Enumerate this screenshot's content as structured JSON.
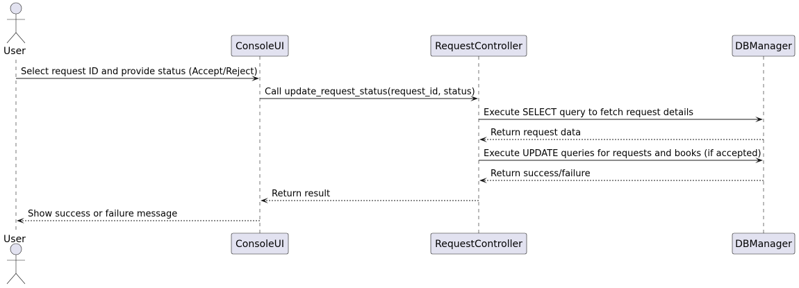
{
  "participants": [
    {
      "id": "user",
      "label": "User",
      "kind": "actor"
    },
    {
      "id": "consoleui",
      "label": "ConsoleUI",
      "kind": "participant"
    },
    {
      "id": "requestcontroller",
      "label": "RequestController",
      "kind": "participant"
    },
    {
      "id": "dbmanager",
      "label": "DBManager",
      "kind": "participant"
    }
  ],
  "messages": [
    {
      "from": "user",
      "to": "consoleui",
      "style": "solid",
      "label": "Select request ID and provide status (Accept/Reject)"
    },
    {
      "from": "consoleui",
      "to": "requestcontroller",
      "style": "solid",
      "label": "Call update_request_status(request_id, status)"
    },
    {
      "from": "requestcontroller",
      "to": "dbmanager",
      "style": "solid",
      "label": "Execute SELECT query to fetch request details"
    },
    {
      "from": "dbmanager",
      "to": "requestcontroller",
      "style": "dashed",
      "label": "Return request data"
    },
    {
      "from": "requestcontroller",
      "to": "dbmanager",
      "style": "solid",
      "label": "Execute UPDATE queries for requests and books (if accepted)"
    },
    {
      "from": "dbmanager",
      "to": "requestcontroller",
      "style": "dashed",
      "label": "Return success/failure"
    },
    {
      "from": "requestcontroller",
      "to": "consoleui",
      "style": "dashed",
      "label": "Return result"
    },
    {
      "from": "consoleui",
      "to": "user",
      "style": "dashed",
      "label": "Show success or failure message"
    }
  ],
  "colors": {
    "participant_fill": "#e2e2f0",
    "line": "#181818",
    "text": "#000000",
    "background": "#ffffff"
  }
}
